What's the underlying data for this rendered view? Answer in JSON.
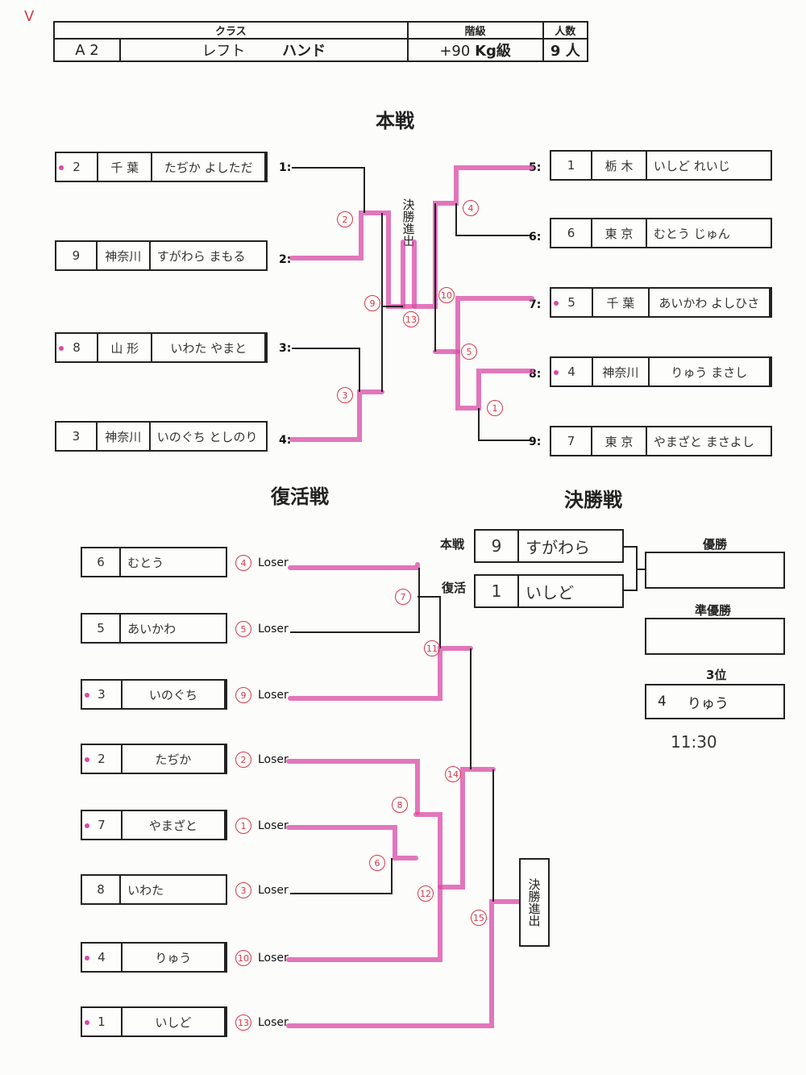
{
  "header": {
    "labels": {
      "class": "クラス",
      "grade": "階級",
      "count": "人数"
    },
    "class_code": "A 2",
    "class_hand": "レフト",
    "hand_label": "ハンド",
    "grade_value": "+90",
    "grade_unit": "Kg級",
    "count_value": "9",
    "count_unit": "人",
    "corner_mark": "V"
  },
  "sections": {
    "main": "本戦",
    "repechage": "復活戦",
    "final": "決勝戦",
    "advance": "決勝進出"
  },
  "main_left": [
    {
      "slot": "1:",
      "num": "2",
      "pref": "千 葉",
      "name": "たぢか よしただ"
    },
    {
      "slot": "2:",
      "num": "9",
      "pref": "神奈川",
      "name": "すがわら まもる"
    },
    {
      "slot": "3:",
      "num": "8",
      "pref": "山 形",
      "name": "いわた やまと"
    },
    {
      "slot": "4:",
      "num": "3",
      "pref": "神奈川",
      "name": "いのぐち としのり"
    }
  ],
  "main_right": [
    {
      "slot": "5:",
      "num": "1",
      "pref": "栃 木",
      "name": "いしど れいじ"
    },
    {
      "slot": "6:",
      "num": "6",
      "pref": "東 京",
      "name": "むとう じゅん"
    },
    {
      "slot": "7:",
      "num": "5",
      "pref": "千 葉",
      "name": "あいかわ よしひさ"
    },
    {
      "slot": "8:",
      "num": "4",
      "pref": "神奈川",
      "name": "りゅう まさし"
    },
    {
      "slot": "9:",
      "num": "7",
      "pref": "東 京",
      "name": "やまざと まさよし"
    }
  ],
  "main_matches": [
    "1",
    "2",
    "3",
    "4",
    "5",
    "9",
    "10",
    "13"
  ],
  "repechage": [
    {
      "num": "6",
      "name": "むとう",
      "from": "4",
      "label": "Loser"
    },
    {
      "num": "5",
      "name": "あいかわ",
      "from": "5",
      "label": "Loser"
    },
    {
      "num": "3",
      "name": "いのぐち",
      "from": "9",
      "label": "Loser"
    },
    {
      "num": "2",
      "name": "たぢか",
      "from": "2",
      "label": "Loser"
    },
    {
      "num": "7",
      "name": "やまざと",
      "from": "1",
      "label": "Loser"
    },
    {
      "num": "8",
      "name": "いわた",
      "from": "3",
      "label": "Loser"
    },
    {
      "num": "4",
      "name": "りゅう",
      "from": "10",
      "label": "Loser"
    },
    {
      "num": "1",
      "name": "いしど",
      "from": "13",
      "label": "Loser"
    }
  ],
  "rep_matches": [
    "7",
    "11",
    "8",
    "6",
    "12",
    "14",
    "15"
  ],
  "final": {
    "main_label": "本戦",
    "rep_label": "復活",
    "main_num": "9",
    "main_name": "すがわら",
    "rep_num": "1",
    "rep_name": "いしど"
  },
  "results": {
    "champion_label": "優勝",
    "runner_up_label": "準優勝",
    "third_label": "3位",
    "champion": "",
    "runner_up": "",
    "third_num": "4",
    "third_name": "りゅう",
    "time": "11:30"
  },
  "colors": {
    "highlight": "#d94aa6",
    "circle": "#d53a4a",
    "ink": "#222222"
  }
}
